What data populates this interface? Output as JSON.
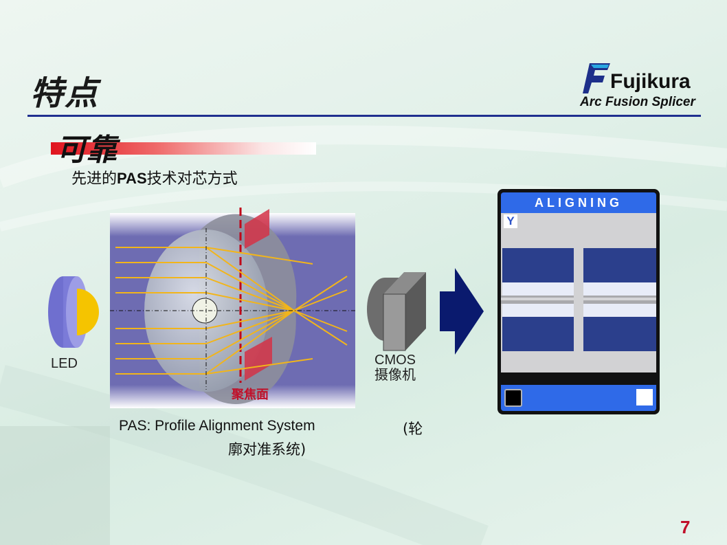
{
  "slide": {
    "title": "特点",
    "subheading": "可靠",
    "description_prefix": "先进的",
    "description_bold": "PAS",
    "description_suffix": "技术对芯方式",
    "page_number": "7"
  },
  "logo": {
    "brand": "Fujikura",
    "tagline": "Arc Fusion Splicer"
  },
  "diagram": {
    "led_label": "LED",
    "focal_plane_label": "聚焦面",
    "camera_label_line1": "CMOS",
    "camera_label_line2": "摄像机"
  },
  "monitor": {
    "header": "ALIGNING",
    "axis_label": "Y"
  },
  "caption": {
    "line1": "PAS: Profile Alignment System",
    "line1_tail": "(轮",
    "line2": "廓对准系统)"
  },
  "colors": {
    "title_rule": "#1f2f8f",
    "accent_red": "#e0141e",
    "monitor_blue": "#2f6ae8",
    "fiber_block": "#2b3f8c",
    "page_number": "#c0102a"
  }
}
